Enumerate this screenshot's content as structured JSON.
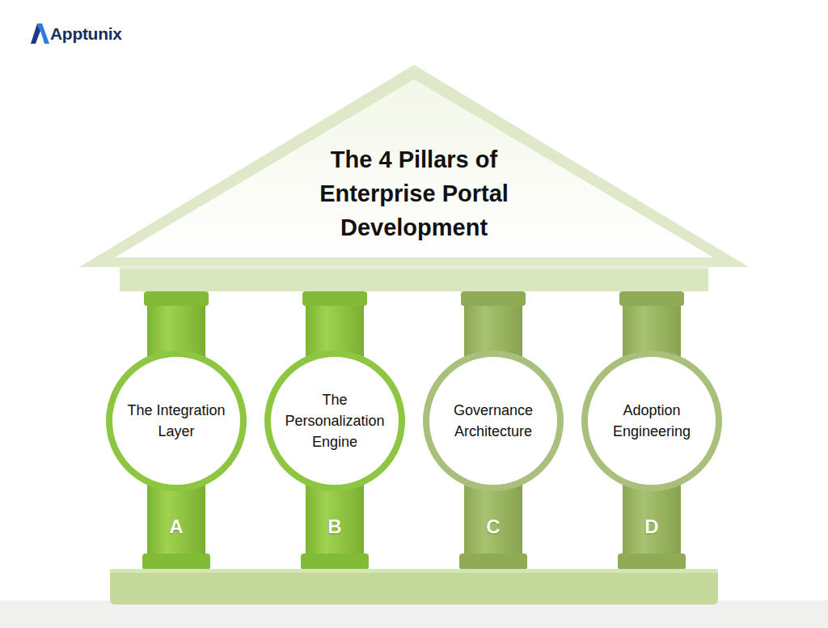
{
  "diagram": {
    "title": "The 4 Pillars of Enterprise Portal Development",
    "nodes": [
      {
        "text": [
          "The Integration Layer"
        ]
      },
      {
        "text": [
          "The Personalization Engine"
        ]
      },
      {
        "text": [
          "Governance Architecture"
        ]
      },
      {
        "text": [
          "Adoption Engineering"
        ]
      }
    ],
    "labels": [
      "Apptunix",
      "A",
      "B",
      "C",
      "D"
    ]
  }
}
